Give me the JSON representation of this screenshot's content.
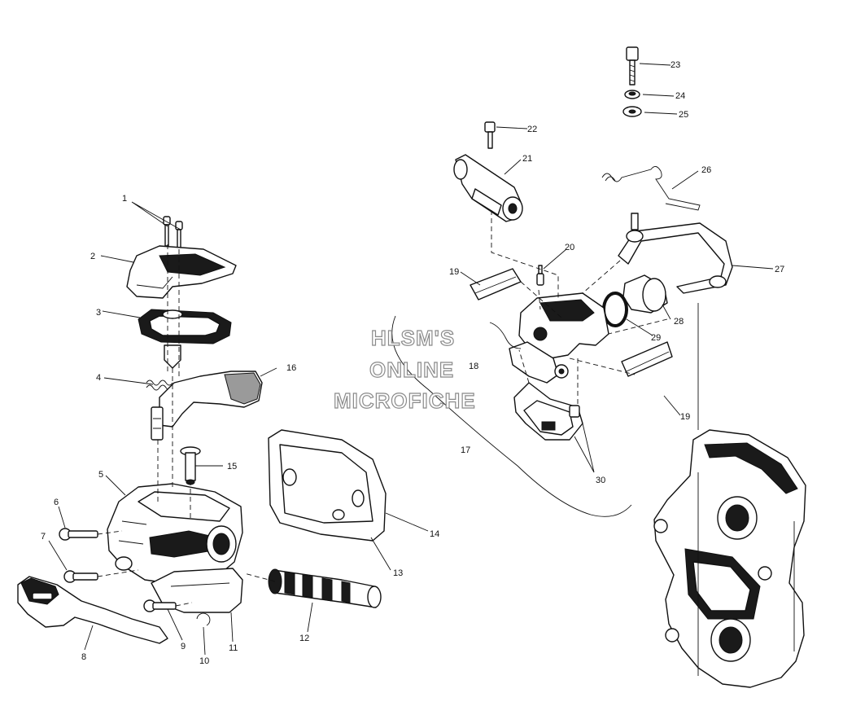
{
  "watermark": {
    "line1": "HLSM'S",
    "line2": "ONLINE",
    "line3": "MICROFICHE"
  },
  "callouts": [
    "1",
    "2",
    "3",
    "4",
    "5",
    "6",
    "7",
    "8",
    "9",
    "10",
    "11",
    "12",
    "13",
    "14",
    "15",
    "16",
    "17",
    "18",
    "19",
    "19",
    "20",
    "21",
    "22",
    "23",
    "24",
    "25",
    "26",
    "27",
    "28",
    "29",
    "30"
  ]
}
